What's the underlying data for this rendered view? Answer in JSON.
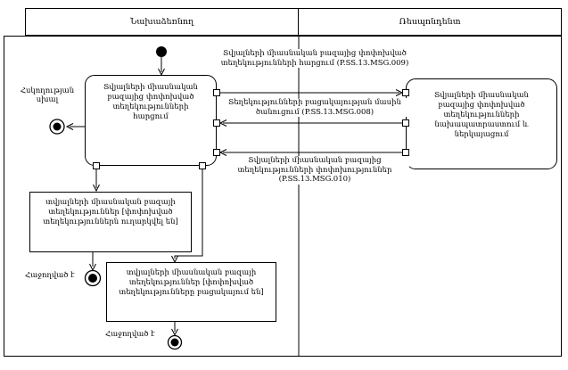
{
  "diagram": {
    "lanes": {
      "initiator": "Նախաձեռնող",
      "respondent": "Ռեսպոնդենտ"
    },
    "actions": {
      "request_changed_info": "Տվյալների միասնական բազայից փոփոխված տեղեկությունների հարցում",
      "prepare_present_info": "Տվյալների միասնական բազայից փոփոխված տեղեկությունների նախապատրաստում և ներկայացում"
    },
    "messages": {
      "msg009": "Տվյալների միասնական բազայից փոփոխված տեղեկությունների հարցում (P.SS.13.MSG.009)",
      "msg008": "Տեղեկությունների բացակայության մասին ծանուցում (P.SS.13.MSG.008)",
      "msg010": "Տվյալների միասնական բազայից տեղեկությունների փոփոխություններ (P.SS.13.MSG.010)"
    },
    "states": {
      "changes_sent": "տվյալների միասնական բազայի տեղեկություններ  [փոփոխված տեղեկություններն ուղարկվել են]",
      "changes_absent": "տվյալների միասնական բազայի տեղեկություններ [փոփոխված տեղեկությունները բացակայում են]"
    },
    "labels": {
      "control_error": "Հսկողության սխալ",
      "success": "Հաջողված է"
    },
    "colors": {
      "line": "#000000",
      "background": "#ffffff"
    }
  }
}
